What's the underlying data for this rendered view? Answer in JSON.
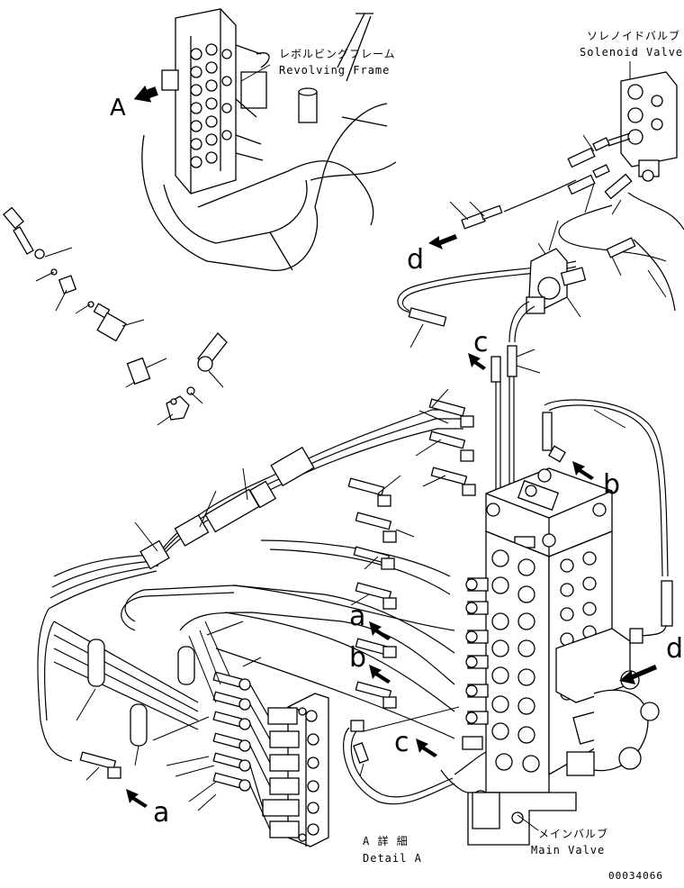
{
  "labels": {
    "revolving_frame_jp": "レボルビングフレーム",
    "revolving_frame_en": "Revolving Frame",
    "solenoid_valve_jp": "ソレノイドバルブ",
    "solenoid_valve_en": "Solenoid Valve",
    "main_valve_jp": "メインバルブ",
    "main_valve_en": "Main Valve",
    "detail_jp": "A 詳 細",
    "detail_en": "Detail A",
    "view_marker": "A",
    "drawing_number": "00034066"
  },
  "connection_refs": {
    "a": "a",
    "b": "b",
    "c": "c",
    "d": "d"
  }
}
